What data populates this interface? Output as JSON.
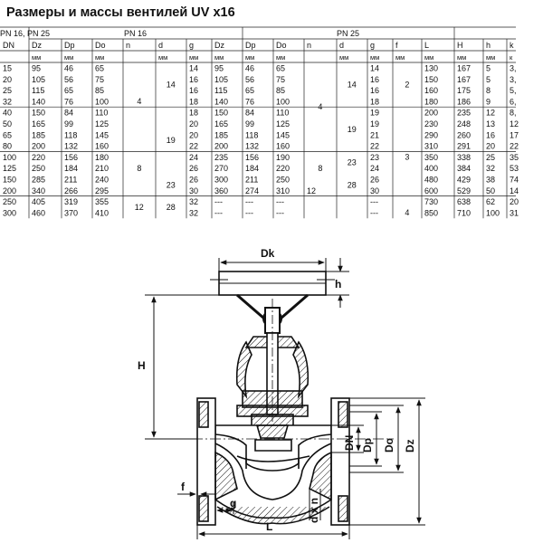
{
  "title": "Размеры и массы вентилей UV x16",
  "table": {
    "groups": [
      {
        "label": "PN 16",
        "span": [
          1,
          7
        ]
      },
      {
        "label": "PN 25",
        "span": [
          8,
          14
        ]
      },
      {
        "label": "PN 16, PN 25",
        "span": [
          15,
          18
        ]
      }
    ],
    "columns": [
      "DN",
      "Dz",
      "Dp",
      "Do",
      "n",
      "d",
      "g",
      "Dz",
      "Dp",
      "Do",
      "n",
      "d",
      "g",
      "f",
      "L",
      "H",
      "h",
      "k"
    ],
    "units": [
      "",
      "мм",
      "мм",
      "мм",
      "",
      "мм",
      "мм",
      "мм",
      "мм",
      "мм",
      "",
      "мм",
      "мм",
      "мм",
      "мм",
      "мм",
      "мм",
      "к"
    ],
    "rows": [
      [
        "15",
        "95",
        "46",
        "65",
        "",
        "",
        "14",
        "95",
        "46",
        "65",
        "",
        "",
        "14",
        "",
        "130",
        "167",
        "5",
        "3,"
      ],
      [
        "20",
        "105",
        "56",
        "75",
        "",
        "",
        "16",
        "105",
        "56",
        "75",
        "",
        "",
        "16",
        "",
        "150",
        "167",
        "5",
        "3,"
      ],
      [
        "25",
        "115",
        "65",
        "85",
        "",
        "",
        "16",
        "115",
        "65",
        "85",
        "",
        "",
        "16",
        "",
        "160",
        "175",
        "8",
        "5,"
      ],
      [
        "32",
        "140",
        "76",
        "100",
        "",
        "",
        "18",
        "140",
        "76",
        "100",
        "",
        "",
        "18",
        "",
        "180",
        "186",
        "9",
        "6,"
      ],
      [
        "40",
        "150",
        "84",
        "110",
        "",
        "",
        "18",
        "150",
        "84",
        "110",
        "",
        "",
        "19",
        "",
        "200",
        "235",
        "12",
        "8,"
      ],
      [
        "50",
        "165",
        "99",
        "125",
        "",
        "",
        "20",
        "165",
        "99",
        "125",
        "",
        "",
        "19",
        "",
        "230",
        "248",
        "13",
        "12"
      ],
      [
        "65",
        "185",
        "118",
        "145",
        "",
        "",
        "20",
        "185",
        "118",
        "145",
        "",
        "",
        "21",
        "",
        "290",
        "260",
        "16",
        "17"
      ],
      [
        "80",
        "200",
        "132",
        "160",
        "",
        "",
        "22",
        "200",
        "132",
        "160",
        "",
        "",
        "22",
        "",
        "310",
        "291",
        "20",
        "22"
      ],
      [
        "100",
        "220",
        "156",
        "180",
        "",
        "",
        "24",
        "235",
        "156",
        "190",
        "",
        "",
        "23",
        "",
        "350",
        "338",
        "25",
        "35"
      ],
      [
        "125",
        "250",
        "184",
        "210",
        "",
        "",
        "26",
        "270",
        "184",
        "220",
        "",
        "",
        "24",
        "",
        "400",
        "384",
        "32",
        "53"
      ],
      [
        "150",
        "285",
        "211",
        "240",
        "",
        "",
        "26",
        "300",
        "211",
        "250",
        "",
        "",
        "26",
        "",
        "480",
        "429",
        "38",
        "74"
      ],
      [
        "200",
        "340",
        "266",
        "295",
        "",
        "",
        "30",
        "360",
        "274",
        "310",
        "12",
        "",
        "30",
        "",
        "600",
        "529",
        "50",
        "14"
      ],
      [
        "250",
        "405",
        "319",
        "355",
        "",
        "",
        "32",
        "---",
        "---",
        "---",
        "",
        "",
        "---",
        "",
        "730",
        "638",
        "62",
        "20"
      ],
      [
        "300",
        "460",
        "370",
        "410",
        "",
        "",
        "32",
        "---",
        "---",
        "---",
        "",
        "",
        "---",
        "",
        "850",
        "710",
        "100",
        "31"
      ]
    ],
    "merged": [
      {
        "col": 4,
        "rows": [
          0,
          7
        ],
        "value": "4"
      },
      {
        "col": 4,
        "rows": [
          7,
          12
        ],
        "value": "8"
      },
      {
        "col": 4,
        "rows": [
          12,
          14
        ],
        "value": "12"
      },
      {
        "col": 5,
        "rows": [
          0,
          4
        ],
        "value": "14"
      },
      {
        "col": 5,
        "rows": [
          4,
          10
        ],
        "value": "19"
      },
      {
        "col": 5,
        "rows": [
          10,
          12
        ],
        "value": "23"
      },
      {
        "col": 5,
        "rows": [
          12,
          14
        ],
        "value": "28"
      },
      {
        "col": 10,
        "rows": [
          0,
          8
        ],
        "value": "4"
      },
      {
        "col": 10,
        "rows": [
          8,
          11
        ],
        "value": "8"
      },
      {
        "col": 11,
        "rows": [
          0,
          4
        ],
        "value": "14"
      },
      {
        "col": 11,
        "rows": [
          4,
          8
        ],
        "value": "19"
      },
      {
        "col": 11,
        "rows": [
          8,
          10
        ],
        "value": "23"
      },
      {
        "col": 11,
        "rows": [
          10,
          12
        ],
        "value": "28"
      },
      {
        "col": 13,
        "rows": [
          0,
          4
        ],
        "value": "2"
      },
      {
        "col": 13,
        "rows": [
          4,
          13
        ],
        "value": "3"
      },
      {
        "col": 13,
        "rows": [
          13,
          14
        ],
        "value": "4"
      }
    ]
  },
  "drawing": {
    "labels": {
      "Dk": "Dk",
      "h": "h",
      "H": "H",
      "DN": "DN",
      "Dp": "Dp",
      "Do": "Do",
      "Dz": "Dz",
      "f": "f",
      "g": "g",
      "dxn": "d x n",
      "L": "L"
    }
  }
}
